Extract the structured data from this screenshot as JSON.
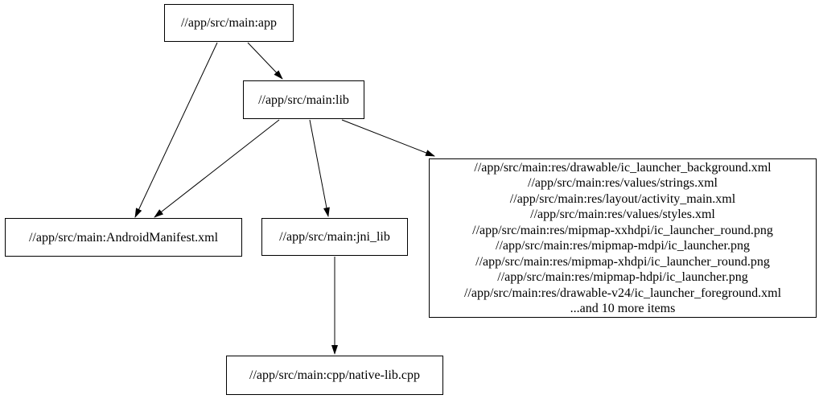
{
  "graph": {
    "background_color": "#ffffff",
    "node_border_color": "#000000",
    "text_color": "#000000",
    "edge_color": "#000000"
  },
  "nodes": {
    "app": {
      "label": "//app/src/main:app"
    },
    "lib": {
      "label": "//app/src/main:lib"
    },
    "manifest": {
      "label": "//app/src/main:AndroidManifest.xml"
    },
    "jni_lib": {
      "label": "//app/src/main:jni_lib"
    },
    "res": {
      "lines": [
        "//app/src/main:res/drawable/ic_launcher_background.xml",
        "//app/src/main:res/values/strings.xml",
        "//app/src/main:res/layout/activity_main.xml",
        "//app/src/main:res/values/styles.xml",
        "//app/src/main:res/mipmap-xxhdpi/ic_launcher_round.png",
        "//app/src/main:res/mipmap-mdpi/ic_launcher.png",
        "//app/src/main:res/mipmap-xhdpi/ic_launcher_round.png",
        "//app/src/main:res/mipmap-hdpi/ic_launcher.png",
        "//app/src/main:res/drawable-v24/ic_launcher_foreground.xml",
        "...and 10 more items"
      ]
    },
    "cpp": {
      "label": "//app/src/main:cpp/native-lib.cpp"
    }
  },
  "edges": [
    {
      "from": "app",
      "to": "lib"
    },
    {
      "from": "app",
      "to": "manifest"
    },
    {
      "from": "lib",
      "to": "manifest"
    },
    {
      "from": "lib",
      "to": "jni_lib"
    },
    {
      "from": "lib",
      "to": "res"
    },
    {
      "from": "jni_lib",
      "to": "cpp"
    }
  ]
}
